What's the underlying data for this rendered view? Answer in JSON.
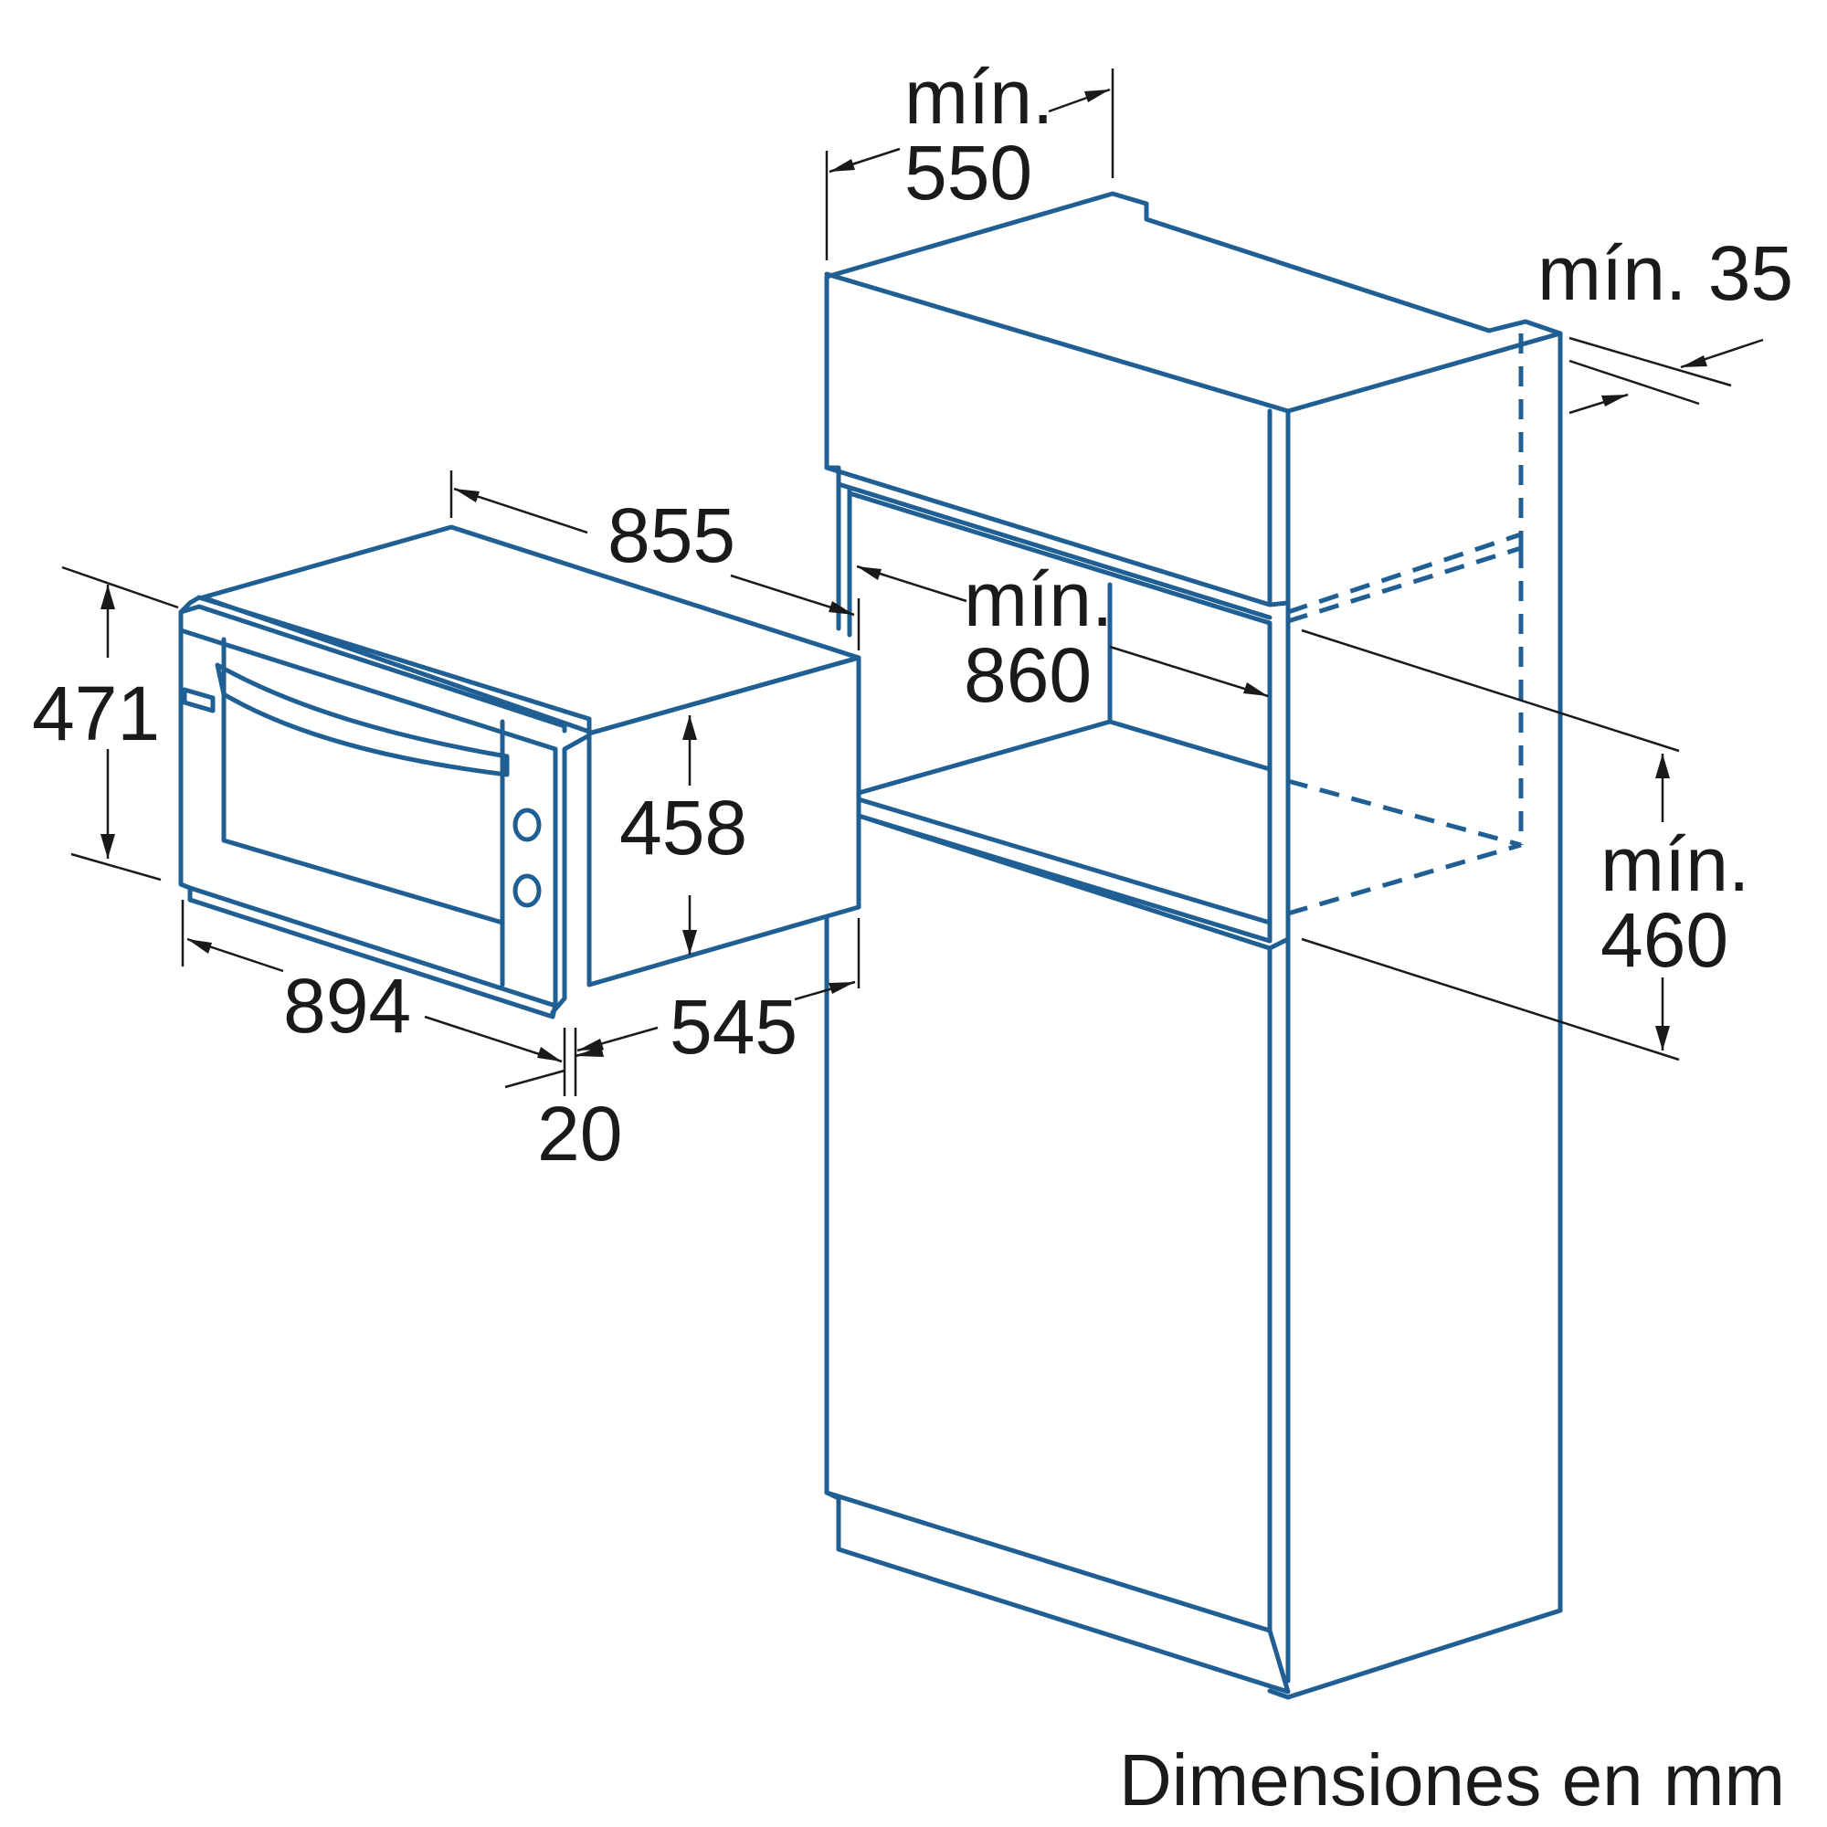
{
  "dimensions": {
    "oven_depth": "855",
    "oven_height": "471",
    "oven_body_height": "458",
    "oven_width": "894",
    "oven_front_offset": "20",
    "oven_body_depth": "545",
    "cabinet_depth_prefix": "mín.",
    "cabinet_depth": "550",
    "gap_label": "mín. 35",
    "niche_width_prefix": "mín.",
    "niche_width": "860",
    "niche_height_prefix": "mín.",
    "niche_height": "460"
  },
  "caption": "Dimensiones en mm",
  "colors": {
    "object_stroke": "#1f5f94",
    "dimension_stroke": "#1a1a1a"
  }
}
